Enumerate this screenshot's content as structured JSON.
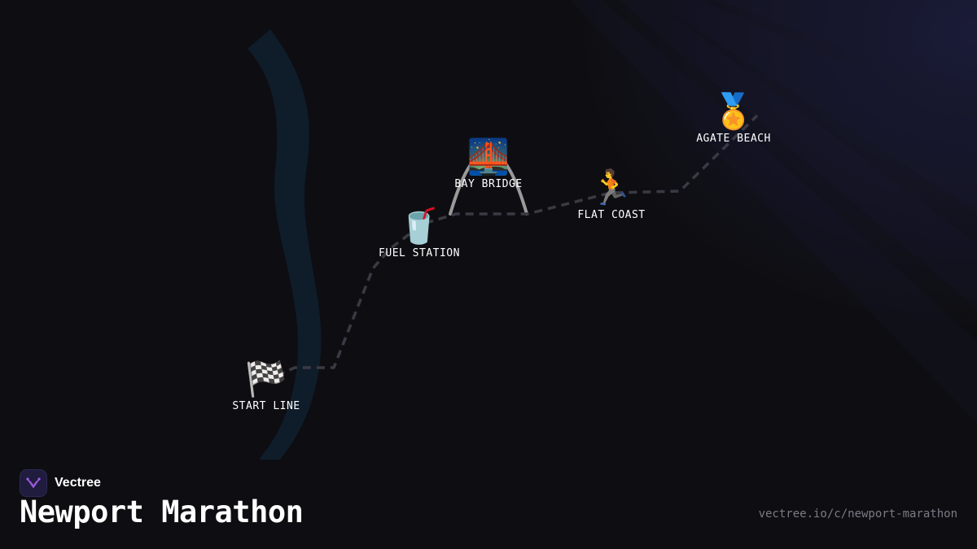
{
  "brand": {
    "name": "Vectree",
    "logo_icon": "vectree-logo-icon",
    "logo_color": "#a45de8"
  },
  "title": "Newport Marathon",
  "url": "vectree.io/c/newport-marathon",
  "colors": {
    "background": "#0e0e12",
    "route_dash": "#3a3a44",
    "river": "#0f1d2b",
    "bridge_arch": "#9a9a9a",
    "label": "#ffffff",
    "url_text": "#7b7b86"
  },
  "waypoints": [
    {
      "id": "start-line",
      "label": "START LINE",
      "icon": "🏁",
      "icon_name": "checkered-flag-icon"
    },
    {
      "id": "fuel-station",
      "label": "FUEL STATION",
      "icon": "🥤",
      "icon_name": "drink-cup-icon"
    },
    {
      "id": "bay-bridge",
      "label": "BAY BRIDGE",
      "icon": "🌉",
      "icon_name": "bridge-at-night-icon"
    },
    {
      "id": "flat-coast",
      "label": "FLAT COAST",
      "icon": "🏃",
      "icon_name": "runner-icon"
    },
    {
      "id": "agate-beach",
      "label": "AGATE BEACH",
      "icon": "🏅",
      "icon_name": "medal-icon"
    }
  ]
}
